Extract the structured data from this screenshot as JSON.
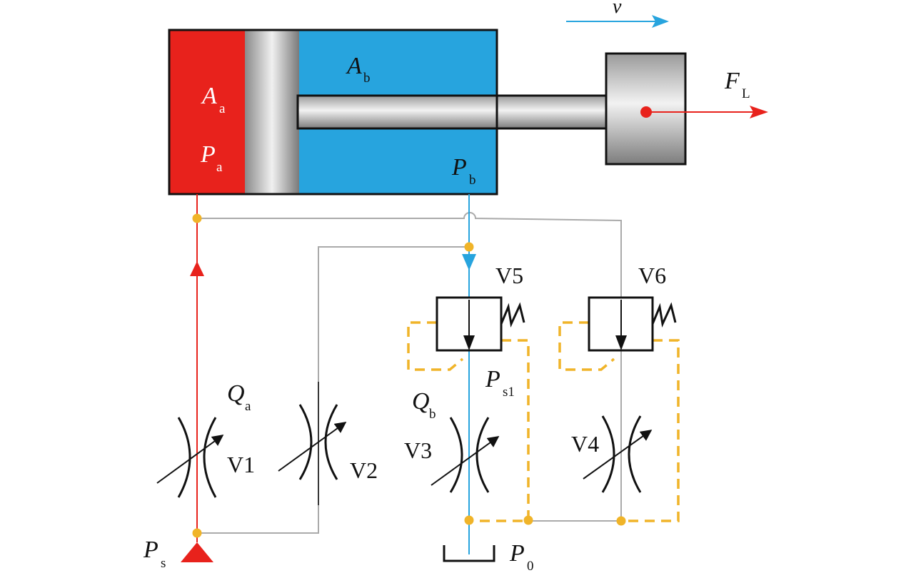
{
  "colors": {
    "chamber_a": "#e8221c",
    "chamber_b": "#27a4de",
    "pipe_gray": "#aaaaaa",
    "pilot_dashed": "#f0b429",
    "junction_dot": "#f0b429",
    "force_arrow": "#e8221c",
    "velocity_arrow": "#27a4de"
  },
  "cylinder": {
    "area_a": {
      "main": "A",
      "sub": "a"
    },
    "pressure_a": {
      "main": "P",
      "sub": "a"
    },
    "area_b": {
      "main": "A",
      "sub": "b"
    },
    "pressure_b": {
      "main": "P",
      "sub": "b"
    }
  },
  "velocity": {
    "main": "v"
  },
  "load_force": {
    "main": "F",
    "sub": "L"
  },
  "flows": {
    "qa": {
      "main": "Q",
      "sub": "a"
    },
    "qb": {
      "main": "Q",
      "sub": "b"
    }
  },
  "pressures": {
    "supply": {
      "main": "P",
      "sub": "s"
    },
    "return": {
      "main": "P",
      "sub": "0"
    },
    "ps1": {
      "main": "P",
      "sub": "s1"
    }
  },
  "valves": {
    "v1": "V1",
    "v2": "V2",
    "v3": "V3",
    "v4": "V4",
    "v5": "V5",
    "v6": "V6"
  }
}
